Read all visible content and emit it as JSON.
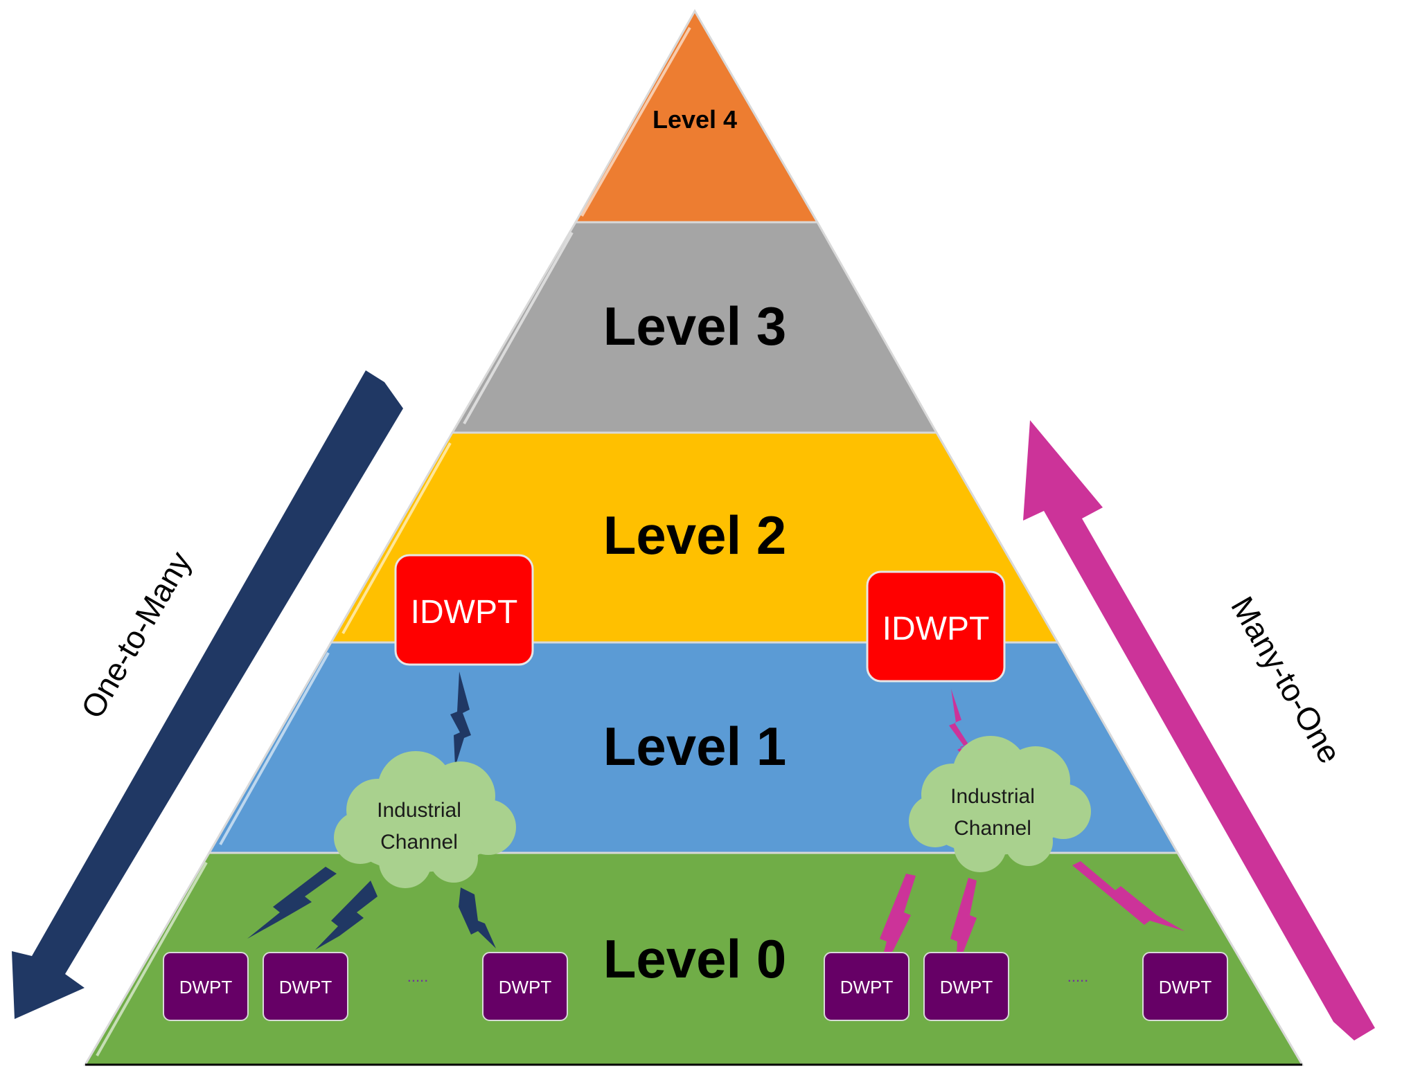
{
  "colors": {
    "level4": "#ED7D31",
    "level3": "#A5A5A5",
    "level2": "#FFC000",
    "level1": "#5B9BD5",
    "level0": "#70AD47",
    "idwpt": "#FF0000",
    "dwpt": "#660066",
    "cloud": "#A9D18E",
    "arrow_down": "#203864",
    "arrow_up": "#CC3399"
  },
  "levels": {
    "level4": "Level 4",
    "level3": "Level 3",
    "level2": "Level 2",
    "level1": "Level 1",
    "level0": "Level 0"
  },
  "left_group": {
    "idwpt_label": "IDWPT",
    "cloud_line1": "Industrial",
    "cloud_line2": "Channel",
    "dwpt_labels": [
      "DWPT",
      "DWPT",
      "DWPT"
    ],
    "ellipsis": "....."
  },
  "right_group": {
    "idwpt_label": "IDWPT",
    "cloud_line1": "Industrial",
    "cloud_line2": "Channel",
    "dwpt_labels": [
      "DWPT",
      "DWPT",
      "DWPT"
    ],
    "ellipsis": "....."
  },
  "arrows": {
    "left_label": "One-to-Many",
    "right_label": "Many-to-One",
    "left_icon": "arrow-down-left-icon",
    "right_icon": "arrow-up-left-icon"
  }
}
